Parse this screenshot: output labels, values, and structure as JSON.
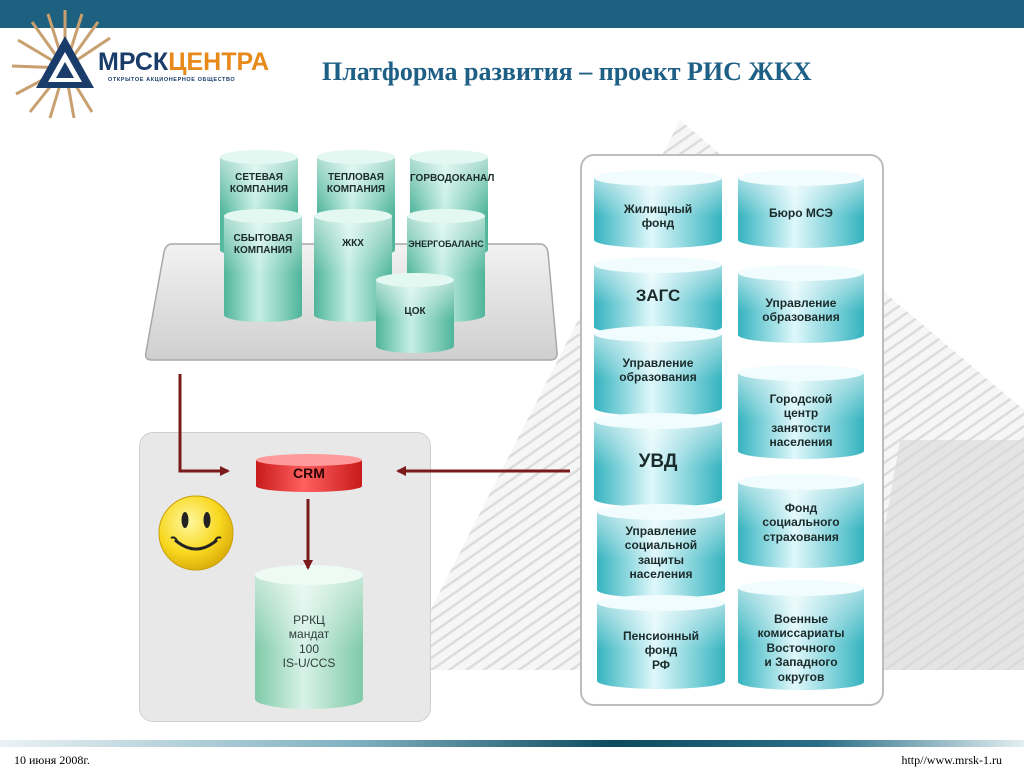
{
  "header": {
    "title": "Платформа  развития  – проект РИС  ЖКХ",
    "bar_color": "#1e6080"
  },
  "logo": {
    "name_part1": "МРСК",
    "name_part2": "ЦЕНТРА",
    "subtitle": "ОТКРЫТОЕ АКЦИОНЕРНОЕ ОБЩЕСТВО",
    "icon": "triangle-sun-logo"
  },
  "platform": {
    "cylinders": [
      {
        "label": "СЕТЕВАЯ\nКОМПАНИЯ"
      },
      {
        "label": "ТЕПЛОВАЯ\nКОМПАНИЯ"
      },
      {
        "label": "ГОРВОДОКАНАЛ"
      },
      {
        "label": "СБЫТОВАЯ\nКОМПАНИЯ"
      },
      {
        "label": "ЖКХ"
      },
      {
        "label": "ЭНЕРГОБАЛАНС"
      },
      {
        "label": "ЦОК"
      }
    ]
  },
  "agencies": {
    "left_column": [
      {
        "label": "Жилищный\nфонд"
      },
      {
        "label": "ЗАГС"
      },
      {
        "label": "Управление\nобразования"
      },
      {
        "label": "УВД"
      },
      {
        "label": "Управление\nсоциальной\nзащиты\nнаселения"
      },
      {
        "label": "Пенсионный\nфонд\nРФ"
      }
    ],
    "right_column": [
      {
        "label": "Бюро МСЭ"
      },
      {
        "label": "Управление\nобразования"
      },
      {
        "label": "Городской\nцентр\nзанятости\nнаселения"
      },
      {
        "label": "Фонд\nсоциального\nстрахования"
      },
      {
        "label": "Военные\nкомиссариаты\nВосточного\nи Западного\nокругов"
      }
    ]
  },
  "center": {
    "crm_label": "CRM",
    "rrkc_label": "РРКЦ\nмандат\n100\nIS-U/CCS",
    "smiley_icon": "smiley-face-icon"
  },
  "colors": {
    "teal_light": "#c6efe6",
    "teal_dark": "#4fb59a",
    "cyan_light": "#dff8fb",
    "cyan_dark": "#34b3bf",
    "arrow": "#7a1a1a",
    "crm": "#e63030"
  },
  "footer": {
    "date": "10 июня 2008г.",
    "url": "http//www.mrsk-1.ru"
  }
}
